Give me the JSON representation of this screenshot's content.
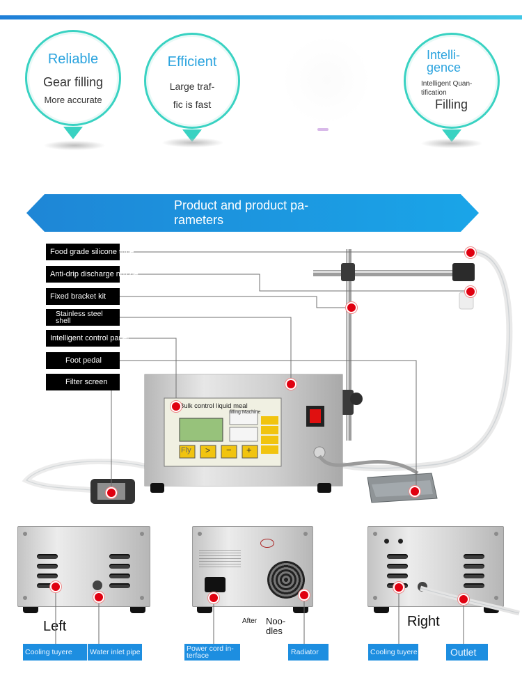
{
  "features": [
    {
      "title": "Reliable",
      "lines": [
        "Gear filling",
        "More accurate"
      ]
    },
    {
      "title": "Efficient",
      "lines": [
        "Large traf-",
        "fic is fast"
      ]
    },
    {
      "title": "Intelli-",
      "title2": "gence",
      "lines": [
        "Intelligent Quan-",
        "tification",
        "Filling"
      ]
    }
  ],
  "banner": {
    "line1": "Product and product pa-",
    "line2": "rameters"
  },
  "labels": [
    "Food grade silicone tube",
    "Anti-drip discharge nozzle",
    "Fixed bracket kit",
    "Stainless steel",
    "shell",
    "Intelligent control panel",
    "Foot pedal",
    "Filter screen"
  ],
  "machine": {
    "panel_title": "Bulk control liquid meal",
    "panel_subtitle": "filling Machine",
    "btn_fly": "Fly",
    "btn_next": ">",
    "btn_minus": "−",
    "btn_plus": "+"
  },
  "views": {
    "left": "Left",
    "right": "Right",
    "after": "After",
    "noodles_1": "Noo-",
    "noodles_2": "dles"
  },
  "tags": {
    "cooling_left": "Cooling tuyere",
    "water_inlet": "Water inlet pipe",
    "power_1": "Power cord in-",
    "power_2": "terface",
    "radiator": "Radiator",
    "cooling_right": "Cooling tuyere",
    "outlet": "Outlet"
  },
  "colors": {
    "accent_teal": "#39d2c2",
    "accent_blue": "#2aa3de",
    "marker_red": "#e00010",
    "tag_blue": "#1d8ee0"
  }
}
